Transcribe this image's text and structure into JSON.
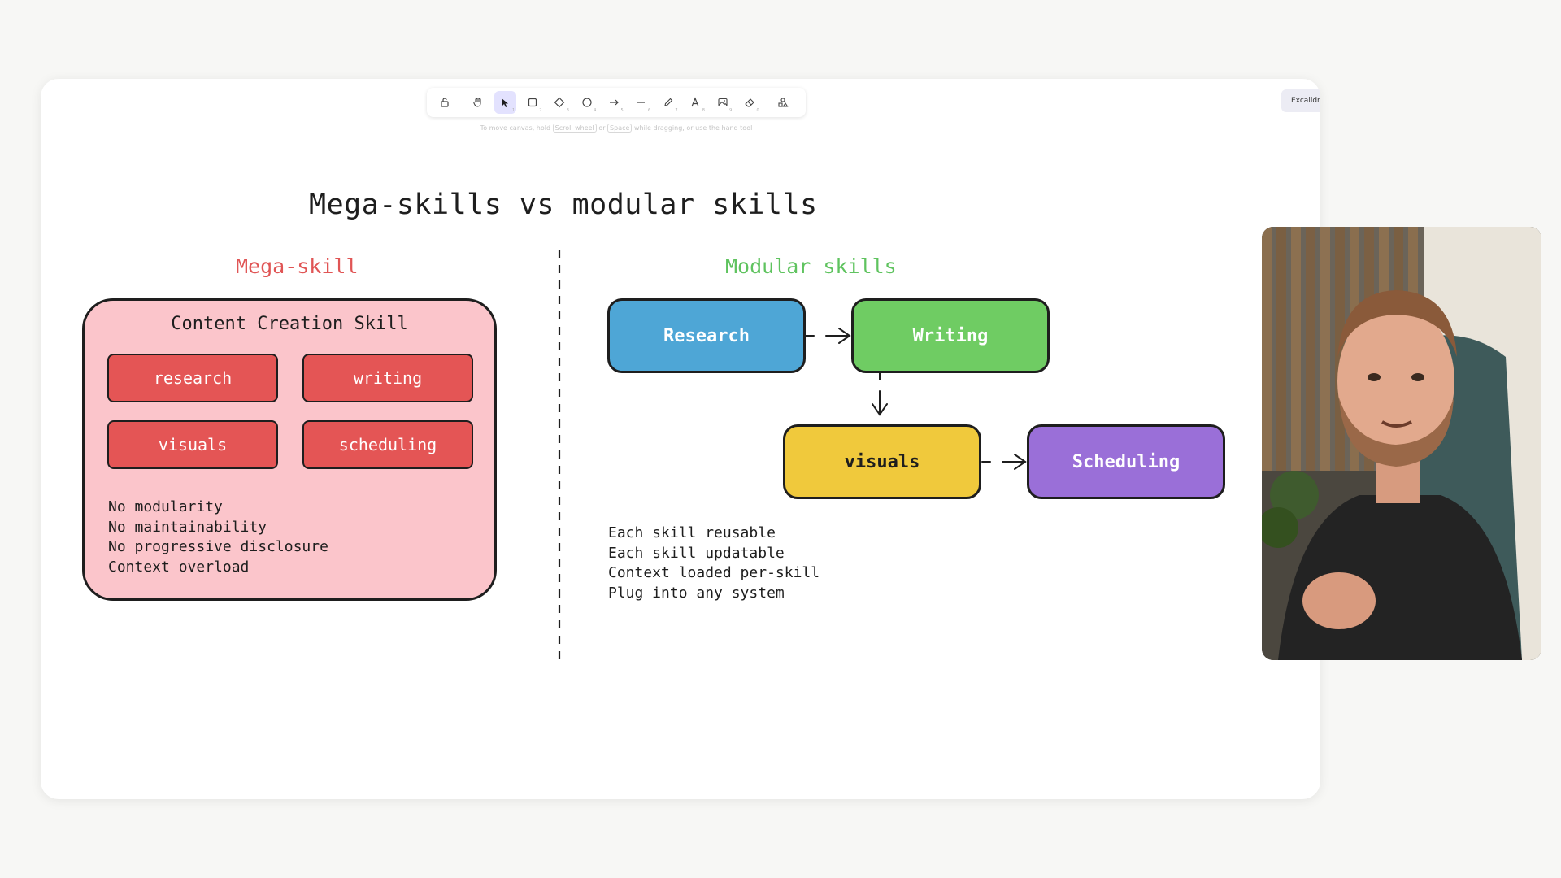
{
  "toolbar": {
    "tools": [
      {
        "name": "lock",
        "key": ""
      },
      {
        "name": "hand",
        "key": ""
      },
      {
        "name": "selection",
        "key": "1"
      },
      {
        "name": "rectangle",
        "key": "2"
      },
      {
        "name": "diamond",
        "key": "3"
      },
      {
        "name": "ellipse",
        "key": "4"
      },
      {
        "name": "arrow",
        "key": "5"
      },
      {
        "name": "line",
        "key": "6"
      },
      {
        "name": "draw",
        "key": "7"
      },
      {
        "name": "text",
        "key": "8"
      },
      {
        "name": "image",
        "key": "9"
      },
      {
        "name": "eraser",
        "key": "0"
      },
      {
        "name": "more-tools",
        "key": ""
      }
    ],
    "active_tool": "selection",
    "hint_pre": "To move canvas, hold",
    "hint_key1": "Scroll wheel",
    "hint_mid": "or",
    "hint_key2": "Space",
    "hint_post": "while dragging, or use the hand tool",
    "library_label": "Excalidraw"
  },
  "diagram": {
    "title": "Mega-skills vs modular skills",
    "mega": {
      "heading": "Mega-skill",
      "box_title": "Content Creation Skill",
      "chips": [
        "research",
        "writing",
        "visuals",
        "scheduling"
      ],
      "notes": [
        "No modularity",
        "No maintainability",
        "No progressive disclosure",
        "Context overload"
      ]
    },
    "modular": {
      "heading": "Modular skills",
      "nodes": [
        {
          "label": "Research",
          "color": "#4ea6d6"
        },
        {
          "label": "Writing",
          "color": "#6fcc63"
        },
        {
          "label": "visuals",
          "color": "#f0c93c"
        },
        {
          "label": "Scheduling",
          "color": "#9a6fd8"
        }
      ],
      "notes": [
        "Each skill reusable",
        "Each skill updatable",
        "Context loaded per-skill",
        "Plug into any system"
      ]
    }
  },
  "colors": {
    "mega_heading": "#e05555",
    "modular_heading": "#5fc35f",
    "mega_box_fill": "#fbc5cb",
    "chip_fill": "#e45555",
    "active_tool_bg": "#e3e2fe"
  }
}
